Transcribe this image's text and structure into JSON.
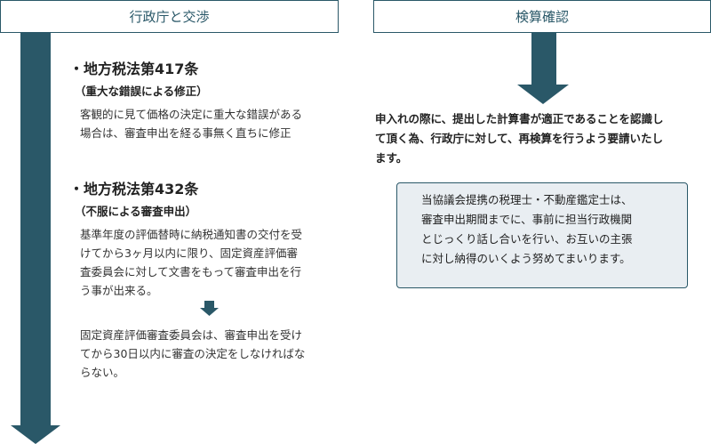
{
  "left": {
    "header": "行政庁と交渉",
    "section1": {
      "title": "・地方税法第417条",
      "subtitle": "（重大な錯誤による修正）",
      "lines": [
        "客観的に見て価格の決定に重大な錯誤がある",
        "場合は、審査申出を経る事無く直ちに修正"
      ]
    },
    "section2": {
      "title": "・地方税法第432条",
      "subtitle": "（不服による審査申出）",
      "lines": [
        "基準年度の評価替時に納税通知書の交付を受",
        "けてから3ヶ月以内に限り、固定資産評価審",
        "査委員会に対して文書をもって審査申出を行",
        "う事が出来る。"
      ]
    },
    "section3": {
      "lines": [
        "固定資産評価審査委員会は、審査申出を受け",
        "てから30日以内に審査の決定をしなければな",
        "らない。"
      ]
    }
  },
  "right": {
    "header": "検算確認",
    "paragraph": [
      "申入れの際に、提出した計算書が適正であることを認識し",
      "て頂く為、行政庁に対して、再検算を行うよう要請いたし",
      "ます。"
    ],
    "note": [
      "当協議会提携の税理士・不動産鑑定士は、",
      "審査申出期間までに、事前に担当行政機関",
      "とじっくり話し合いを行い、お互いの主張",
      "に対し納得のいくよう努めてまいります。"
    ]
  },
  "colors": {
    "accent": "#2a5868",
    "note_bg": "#e9eef2"
  }
}
